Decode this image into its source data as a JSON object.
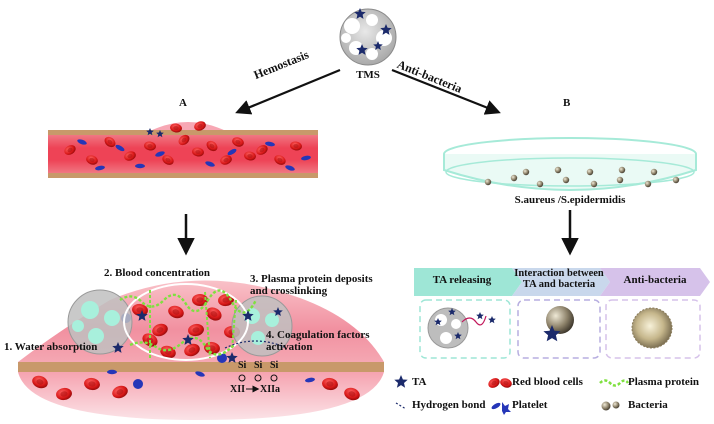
{
  "top": {
    "label": "TMS"
  },
  "branches": {
    "left": {
      "arrow_label": "Hemostasis",
      "panel_letter": "A"
    },
    "right": {
      "arrow_label": "Anti-bacteria",
      "panel_letter": "B"
    }
  },
  "panel_a": {
    "steps": [
      {
        "label": "1. Water absorption"
      },
      {
        "label": "2. Blood concentration"
      },
      {
        "label": "3. Plasma protein deposits\nand crosslinking"
      },
      {
        "label": "4. Coagulation factors\nactivation"
      }
    ],
    "chem": {
      "si": "Si",
      "factor_from": "XII",
      "factor_to": "XIIa"
    }
  },
  "panel_b": {
    "dish_label": "S.aureus /S.epidermidis",
    "stages": [
      {
        "label": "TA releasing"
      },
      {
        "label": "Interaction between\nTA and bacteria"
      },
      {
        "label": "Anti-bacteria"
      }
    ]
  },
  "legend": [
    {
      "icon": "star-icon",
      "label": "TA"
    },
    {
      "icon": "red-blood-cell-icon",
      "label": "Red blood cells"
    },
    {
      "icon": "plasma-protein-icon",
      "label": "Plasma protein"
    },
    {
      "icon": "hydrogen-bond-icon",
      "label": "Hydrogen bond"
    },
    {
      "icon": "platelet-icon",
      "label": "Platelet"
    },
    {
      "icon": "bacteria-icon",
      "label": "Bacteria"
    }
  ],
  "colors": {
    "star": "#1b2a6b",
    "rbc": "#d81818",
    "vessel": "#ef4a5c",
    "vessel_wall": "#c8996a",
    "protein": "#7fe040",
    "platelet": "#2536b8",
    "dish": "#a6ead8",
    "banner_teal": "#9ee6d6",
    "banner_purple": "#d6c2ea",
    "arrow": "#111111"
  }
}
